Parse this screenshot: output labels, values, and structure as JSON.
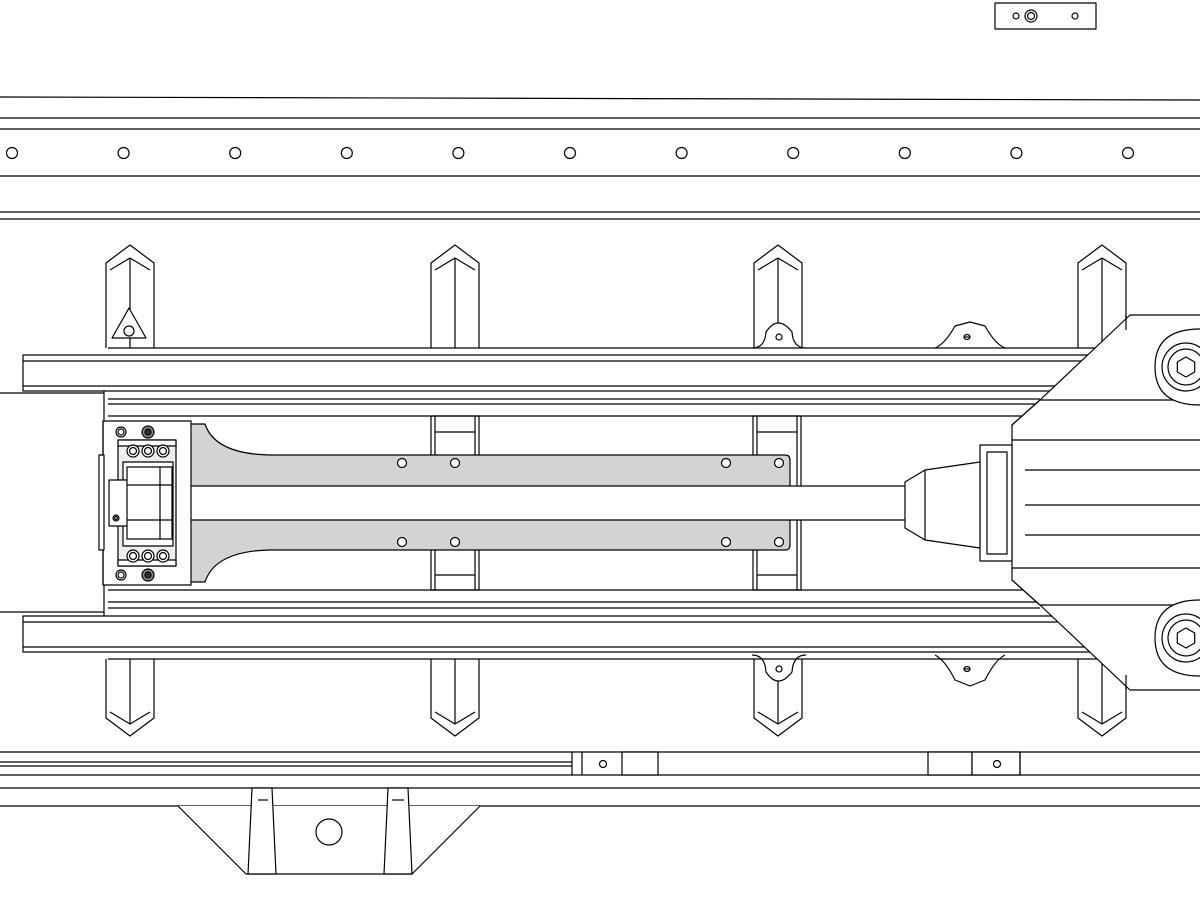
{
  "drawing": {
    "kind": "line-art mechanical assembly (top view)",
    "colors": {
      "stroke": "#000000",
      "background": "#ffffff",
      "fill_plate": "#d3d3d3",
      "fill_shade": "#dcdcdc",
      "fill_light": "#eeeeee"
    },
    "top_rail": {
      "hole_count": 11
    },
    "fins": {
      "per_row": 4,
      "rows": 2
    },
    "guide_rails": {
      "count": 2
    },
    "slider_plate": {
      "hole_count": 8
    },
    "clamp_block": {
      "bolt_count": 6,
      "corner_screws": 4
    },
    "motor_housing": {
      "hex_bolts": 2
    },
    "bottom_channel": {
      "hole_count": 2
    },
    "bottom_bracket": {
      "center_hole": true
    },
    "tag": {
      "shown": true
    }
  }
}
